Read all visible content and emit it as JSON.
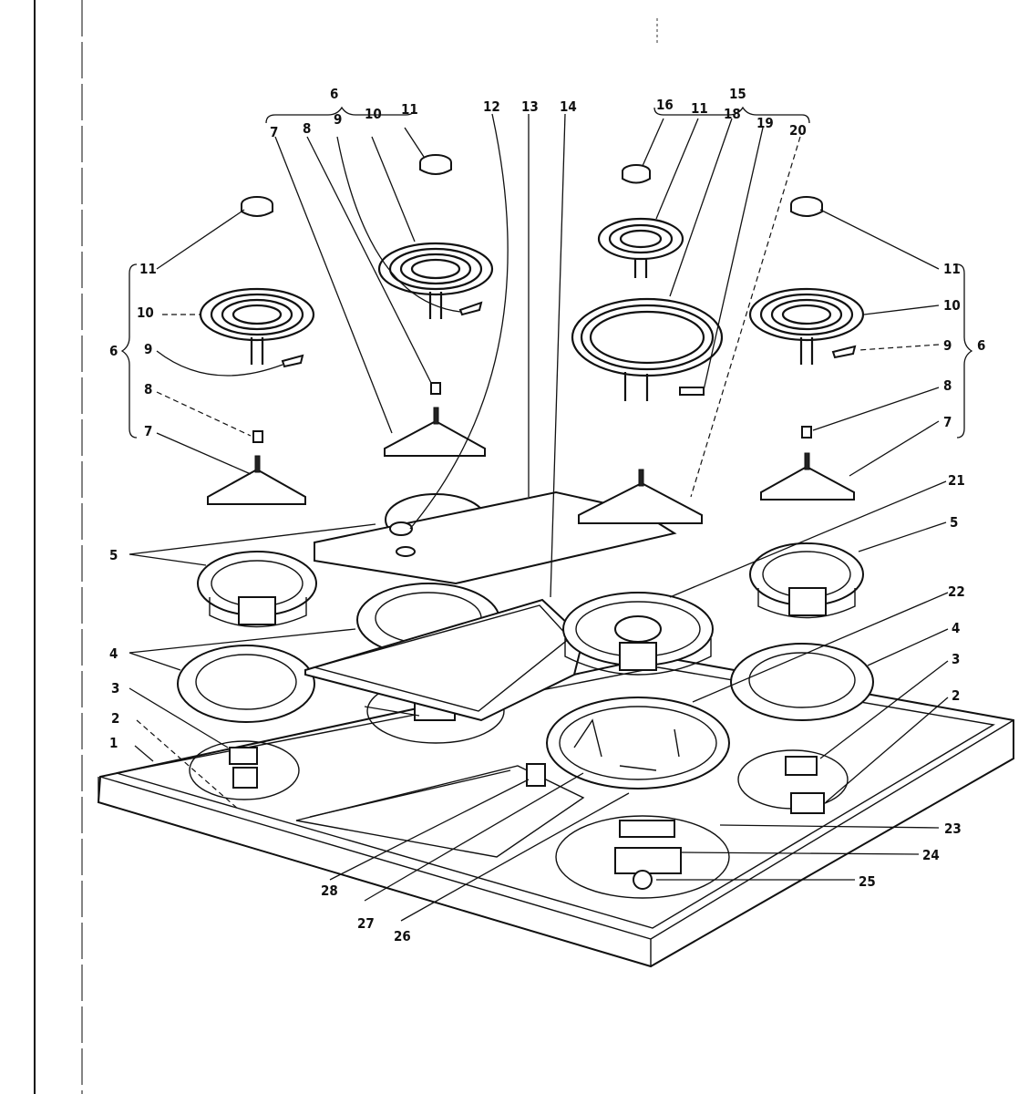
{
  "labels": {
    "l1": "1",
    "l2a": "2",
    "l2b": "2",
    "l3a": "3",
    "l3b": "3",
    "l4a": "4",
    "l4b": "4",
    "l5a": "5",
    "l5b": "5",
    "l6a": "6",
    "l6b": "6",
    "l6c": "6",
    "l7a": "7",
    "l7b": "7",
    "l7c": "7",
    "l8a": "8",
    "l8b": "8",
    "l8c": "8",
    "l9a": "9",
    "l9b": "9",
    "l9c": "9",
    "l10a": "10",
    "l10b": "10",
    "l10c": "10",
    "l11a": "11",
    "l11b": "11",
    "l11c": "11",
    "l11d": "11",
    "l12": "12",
    "l13": "13",
    "l14": "14",
    "l15": "15",
    "l16": "16",
    "l18": "18",
    "l19": "19",
    "l20": "20",
    "l21": "21",
    "l22": "22",
    "l23": "23",
    "l24": "24",
    "l25": "25",
    "l26": "26",
    "l27": "27",
    "l28": "28"
  }
}
